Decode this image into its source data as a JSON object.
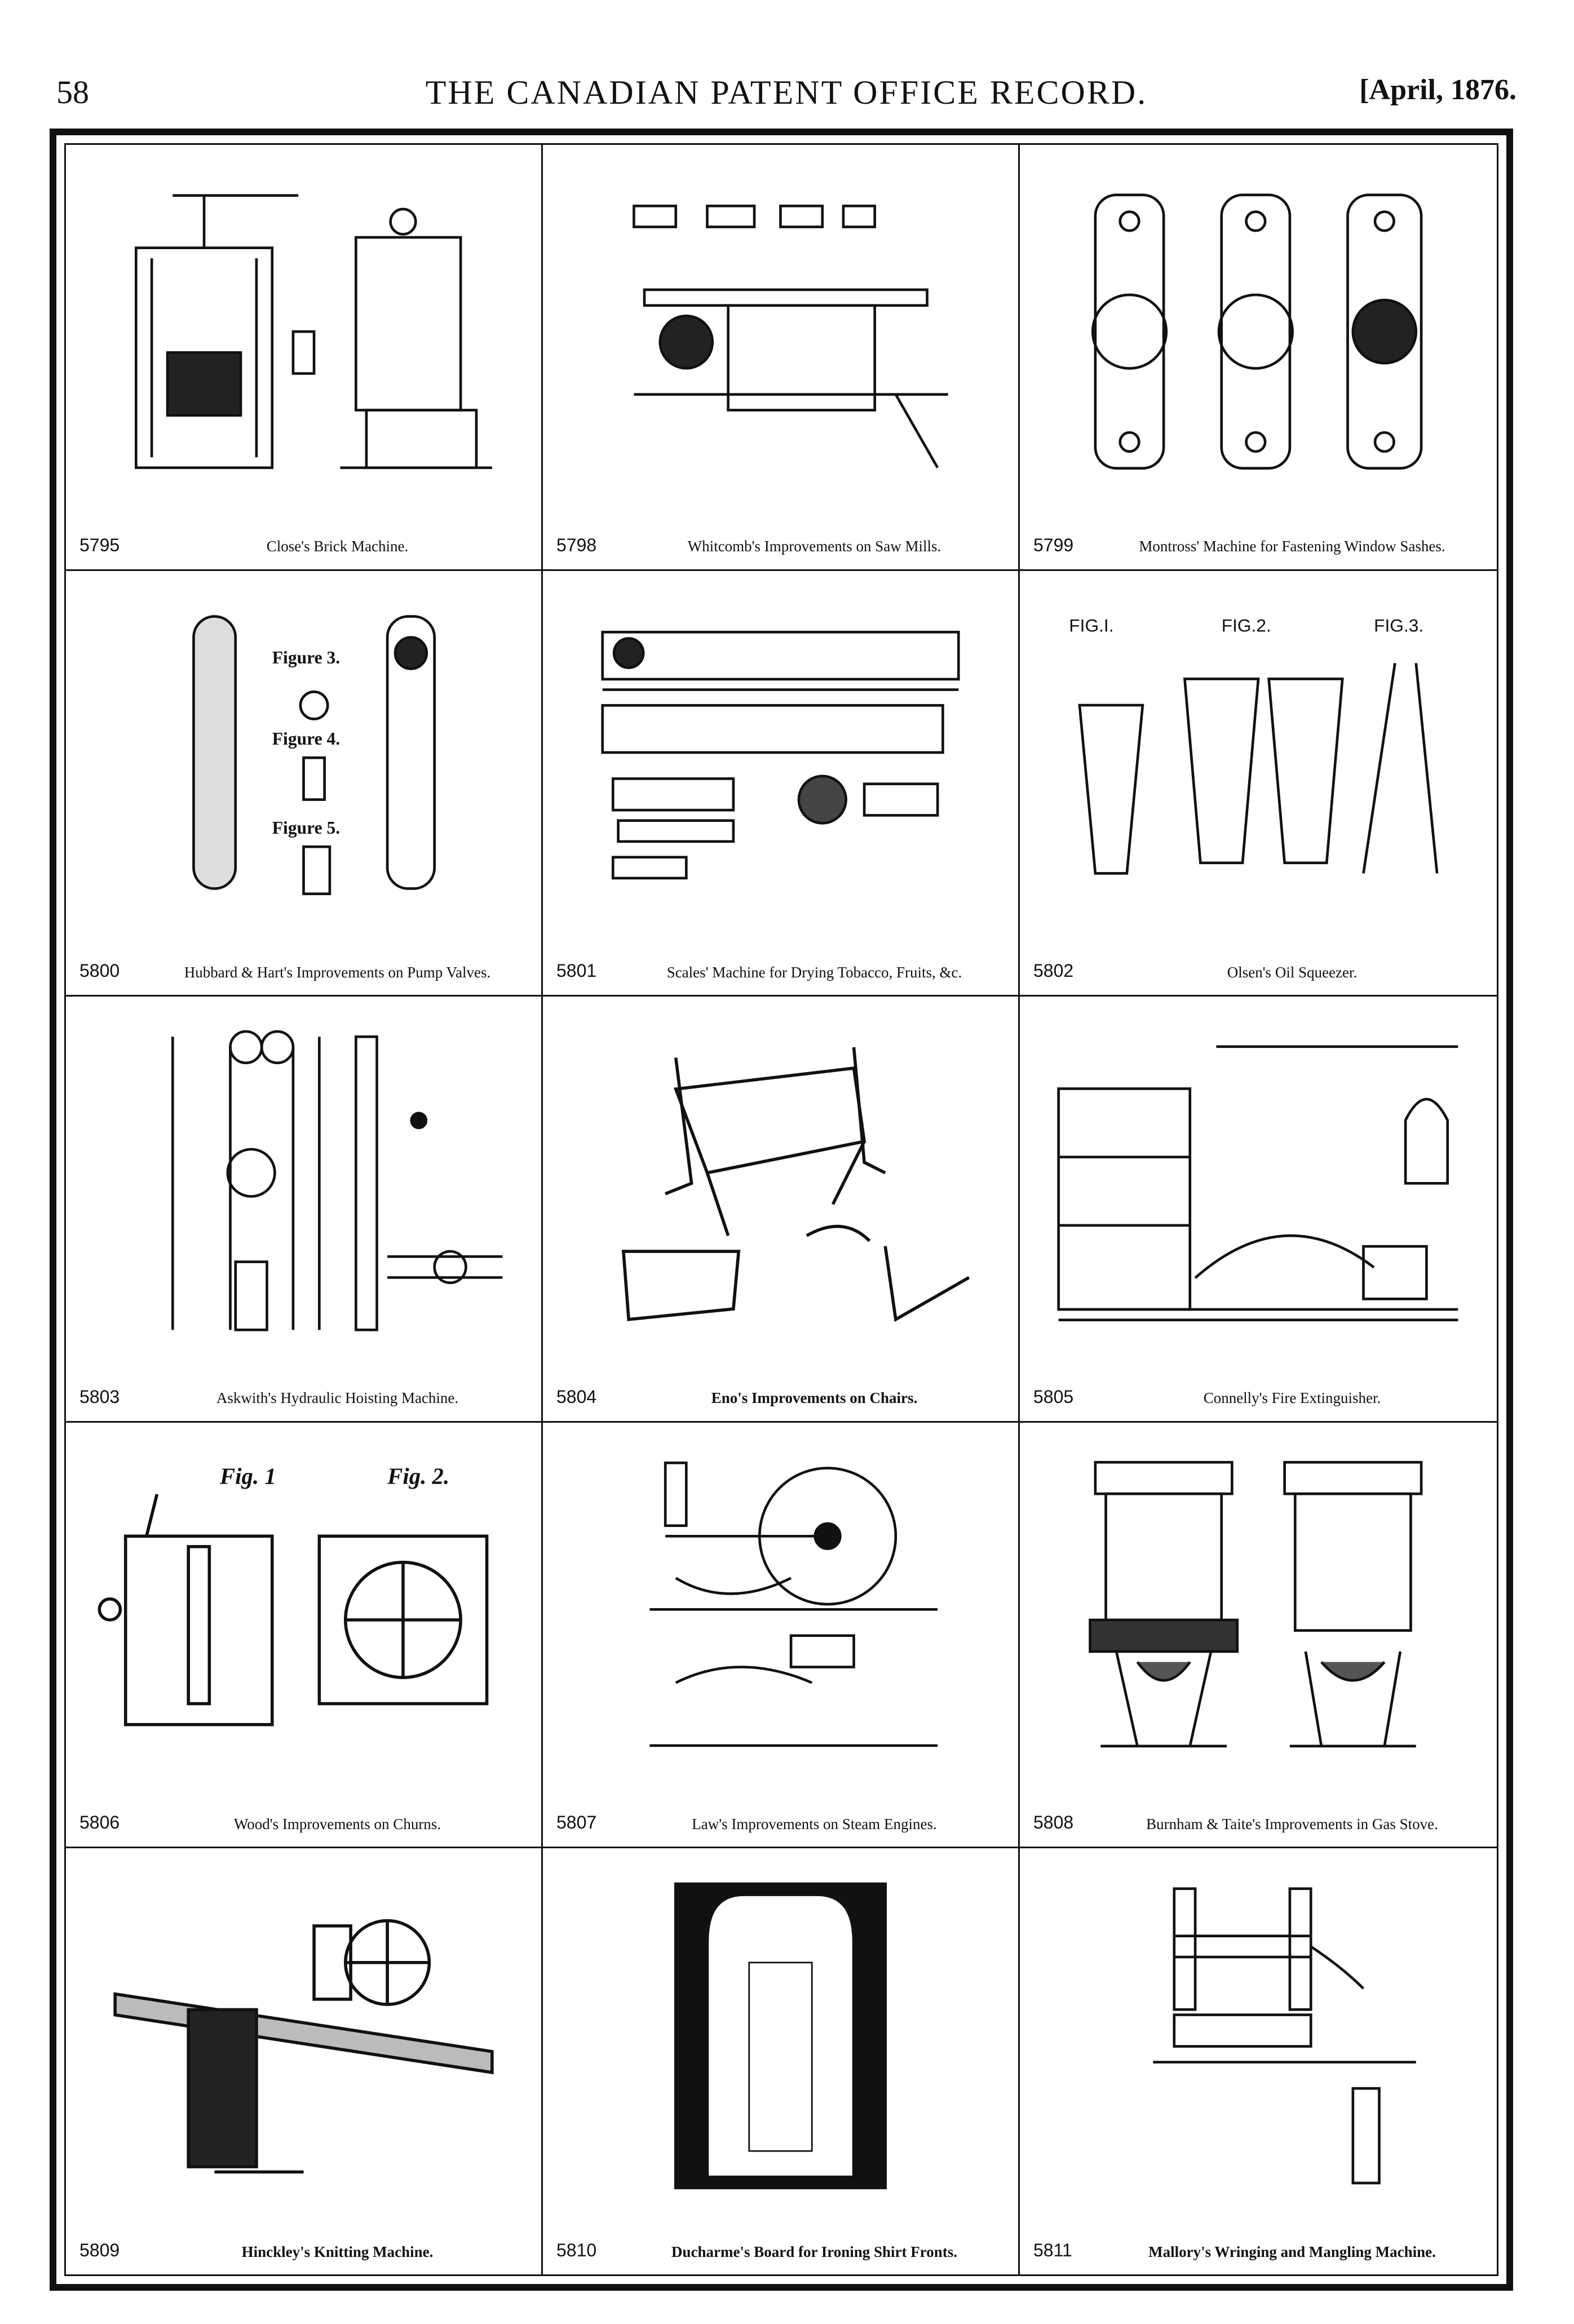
{
  "header": {
    "page_number": "58",
    "title": "THE CANADIAN PATENT OFFICE RECORD.",
    "date": "[April, 1876."
  },
  "patents": [
    {
      "number": "5795",
      "caption": "Close's Brick Machine.",
      "bold": false
    },
    {
      "number": "5798",
      "caption": "Whitcomb's Improvements on Saw Mills.",
      "bold": false
    },
    {
      "number": "5799",
      "caption": "Montross' Machine for Fastening Window Sashes.",
      "bold": false
    },
    {
      "number": "5800",
      "caption": "Hubbard & Hart's Improvements on Pump Valves.",
      "bold": false
    },
    {
      "number": "5801",
      "caption": "Scales' Machine for Drying Tobacco, Fruits, &c.",
      "bold": false
    },
    {
      "number": "5802",
      "caption": "Olsen's Oil Squeezer.",
      "bold": false
    },
    {
      "number": "5803",
      "caption": "Askwith's Hydraulic Hoisting Machine.",
      "bold": false
    },
    {
      "number": "5804",
      "caption": "Eno's Improvements on Chairs.",
      "bold": true
    },
    {
      "number": "5805",
      "caption": "Connelly's Fire Extinguisher.",
      "bold": false
    },
    {
      "number": "5806",
      "caption": "Wood's Improvements on Churns.",
      "bold": false
    },
    {
      "number": "5807",
      "caption": "Law's Improvements on Steam Engines.",
      "bold": false
    },
    {
      "number": "5808",
      "caption": "Burnham & Taite's Improvements in Gas Stove.",
      "bold": false
    },
    {
      "number": "5809",
      "caption": "Hinckley's Knitting Machine.",
      "bold": true
    },
    {
      "number": "5810",
      "caption": "Ducharme's Board for Ironing Shirt Fronts.",
      "bold": true
    },
    {
      "number": "5811",
      "caption": "Mallory's Wringing and Mangling Machine.",
      "bold": true
    }
  ],
  "figure_labels": {
    "fig_1": "Fig. 1",
    "fig_2": "Fig. 2.",
    "figure_3": "Figure 3.",
    "figure_4": "Figure 4.",
    "figure_5": "Figure 5.",
    "fig_i": "FIG.I.",
    "fig_ii": "FIG.2.",
    "fig_iii": "FIG.3."
  }
}
